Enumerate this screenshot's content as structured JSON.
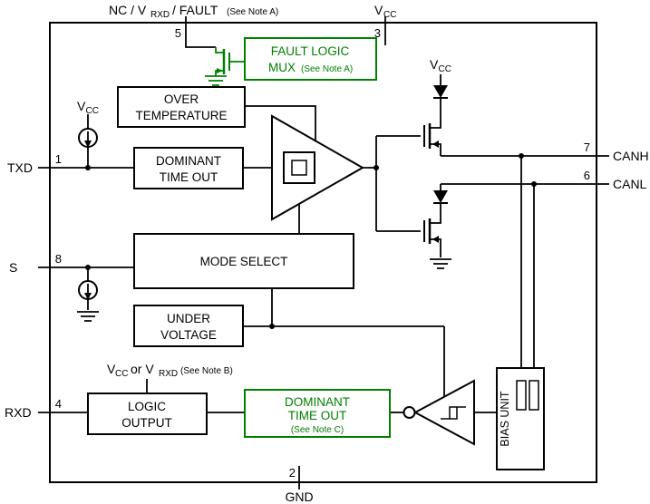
{
  "colors": {
    "line": "#000000",
    "accent_green": "#008000",
    "background": "#ffffff"
  },
  "pins": {
    "p5": {
      "num": "5",
      "label_main": "NC / V",
      "label_sub": "RXD",
      "label_rest": "/ FAULT",
      "note": "(See Note A)"
    },
    "p3": {
      "num": "3",
      "label_main": "V",
      "label_sub": "CC"
    },
    "p1": {
      "num": "1",
      "label": "TXD"
    },
    "p8": {
      "num": "8",
      "label": "S"
    },
    "p4": {
      "num": "4",
      "label": "RXD"
    },
    "p7": {
      "num": "7",
      "label": "CANH"
    },
    "p6": {
      "num": "6",
      "label": "CANL"
    },
    "p2": {
      "num": "2",
      "label": "GND"
    }
  },
  "blocks": {
    "fault_logic_mux": {
      "line1": "FAULT LOGIC",
      "line2": "MUX",
      "note": "(See Note A)"
    },
    "over_temperature": {
      "line1": "OVER",
      "line2": "TEMPERATURE"
    },
    "dominant_time_out": {
      "line1": "DOMINANT",
      "line2": "TIME OUT"
    },
    "mode_select": {
      "label": "MODE SELECT"
    },
    "under_voltage": {
      "line1": "UNDER",
      "line2": "VOLTAGE"
    },
    "logic_output": {
      "line1": "LOGIC",
      "line2": "OUTPUT"
    },
    "dominant_time_out_rx": {
      "line1": "DOMINANT",
      "line2": "TIME OUT",
      "note": "(See Note C)"
    },
    "bias_unit": {
      "label": "BIAS UNIT"
    }
  },
  "labels": {
    "vcc_txd": {
      "main": "V",
      "sub": "CC"
    },
    "vcc_highside": {
      "main": "V",
      "sub": "CC"
    },
    "logic_output_supply": {
      "part1": "V",
      "sub1": "CC",
      "part2": "or V",
      "sub2": "RXD",
      "note": "(See Note B)"
    }
  }
}
